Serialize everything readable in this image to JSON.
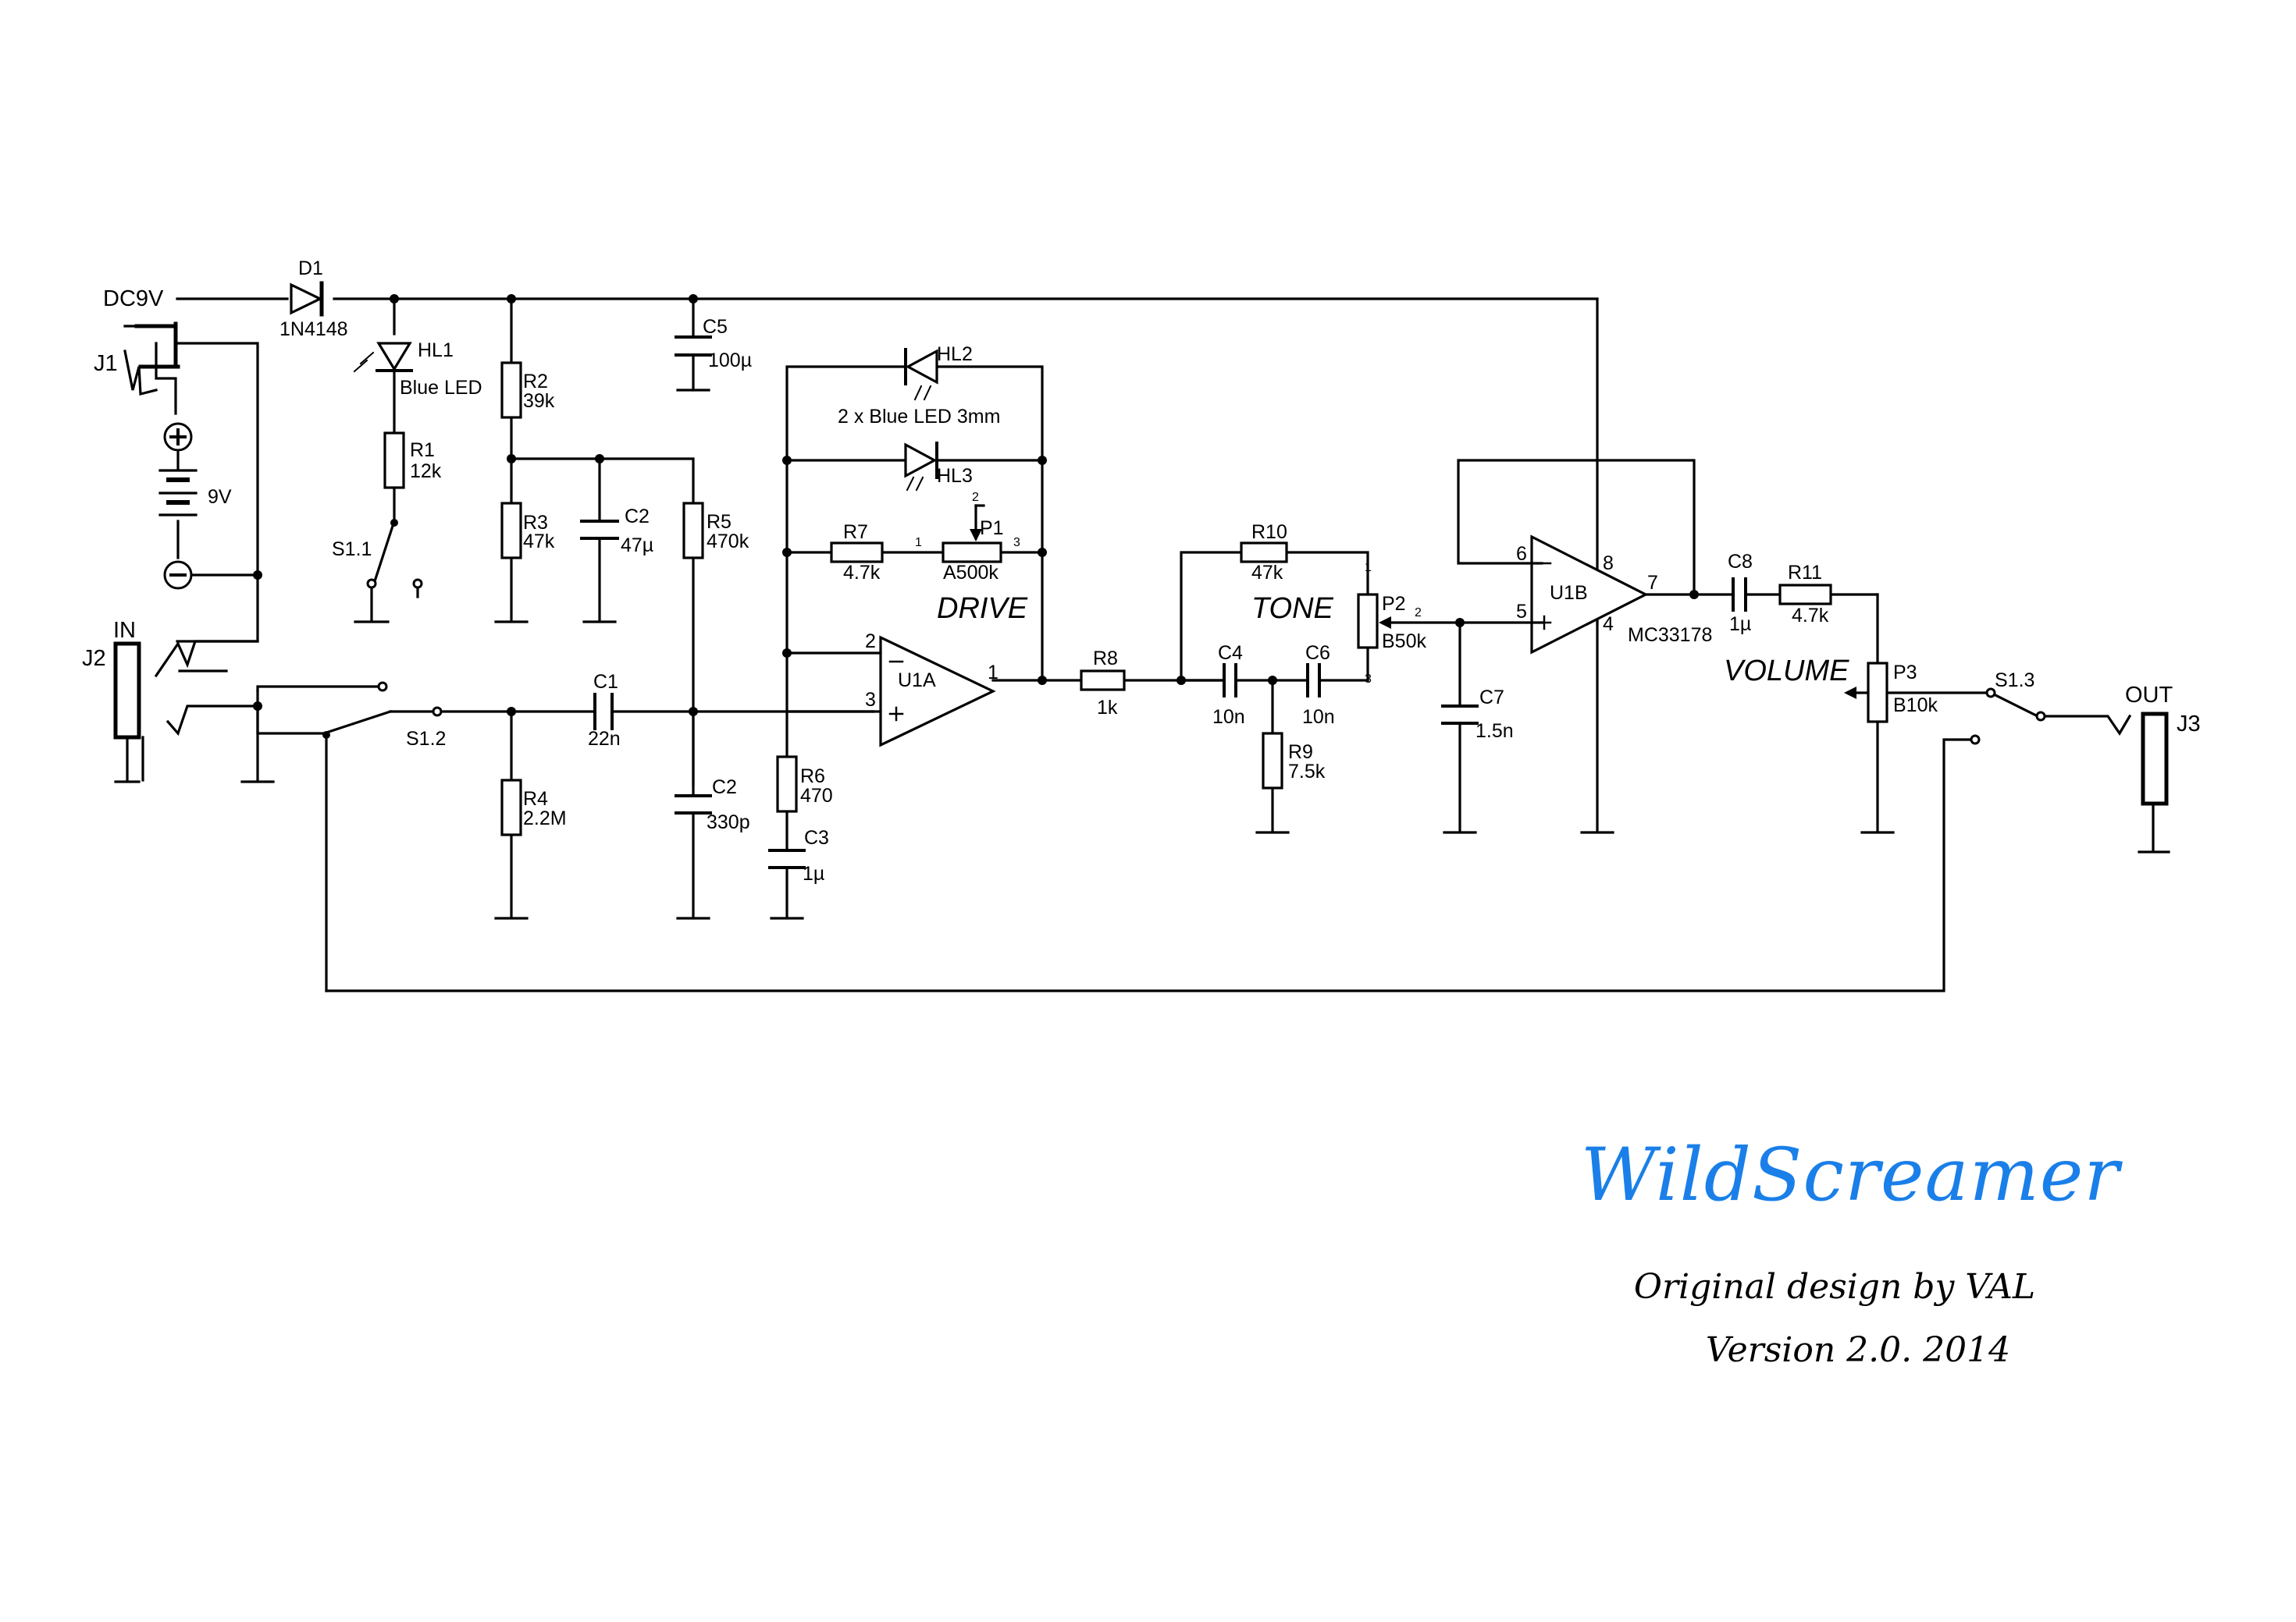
{
  "title_block": {
    "title": "WildScreamer",
    "credit": "Original design by VAL",
    "version": "Version 2.0. 2014",
    "title_color": "#1a7fe8"
  },
  "controls": {
    "drive": "DRIVE",
    "tone": "TONE",
    "volume": "VOLUME",
    "color": "#800080"
  },
  "connectors": {
    "j1": "J1",
    "j1_label": "DC9V",
    "j2": "J2",
    "j2_label": "IN",
    "j3": "J3",
    "j3_label": "OUT"
  },
  "supply": {
    "d1": "D1",
    "d1_value": "1N4148",
    "battery_value": "9V",
    "hl1": "HL1",
    "hl1_value": "Blue LED",
    "r1": "R1",
    "r1_value": "12k",
    "s11": "S1.1",
    "c5": "C5",
    "c5_value": "100µ",
    "r2": "R2",
    "r2_value": "39k",
    "r3": "R3",
    "r3_value": "47k",
    "c2a": "C2",
    "c2a_value": "47µ",
    "r5": "R5",
    "r5_value": "470k"
  },
  "input": {
    "s12": "S1.2",
    "c1": "C1",
    "c1_value": "22n",
    "r4": "R4",
    "r4_value": "2.2M",
    "c2b": "C2",
    "c2b_value": "330p"
  },
  "drive_stage": {
    "hl2": "HL2",
    "hl3": "HL3",
    "led_note": "2 x Blue LED 3mm",
    "r7": "R7",
    "r7_value": "4.7k",
    "p1": "P1",
    "p1_value": "A500k",
    "u1a": "U1A",
    "r6": "R6",
    "r6_value": "470",
    "c3": "C3",
    "c3_value": "1µ",
    "pins": {
      "p1_1": "1",
      "p1_2": "2",
      "p1_3": "3",
      "in_minus": "2",
      "in_plus": "3",
      "out": "1"
    }
  },
  "tone_stage": {
    "r8": "R8",
    "r8_value": "1k",
    "r10": "R10",
    "r10_value": "47k",
    "c4": "C4",
    "c4_value": "10n",
    "c6": "C6",
    "c6_value": "10n",
    "r9": "R9",
    "r9_value": "7.5k",
    "p2": "P2",
    "p2_value": "B50k",
    "c7": "C7",
    "c7_value": "1.5n",
    "pins": {
      "p2_1": "1",
      "p2_2": "2",
      "p2_3": "3"
    }
  },
  "output_stage": {
    "u1b": "U1B",
    "u1b_value": "MC33178",
    "c8": "C8",
    "c8_value": "1µ",
    "r11": "R11",
    "r11_value": "4.7k",
    "p3": "P3",
    "p3_value": "B10k",
    "s13": "S1.3",
    "pins": {
      "neg": "6",
      "pos": "5",
      "vcc": "8",
      "out": "7",
      "gnd": "4"
    }
  }
}
